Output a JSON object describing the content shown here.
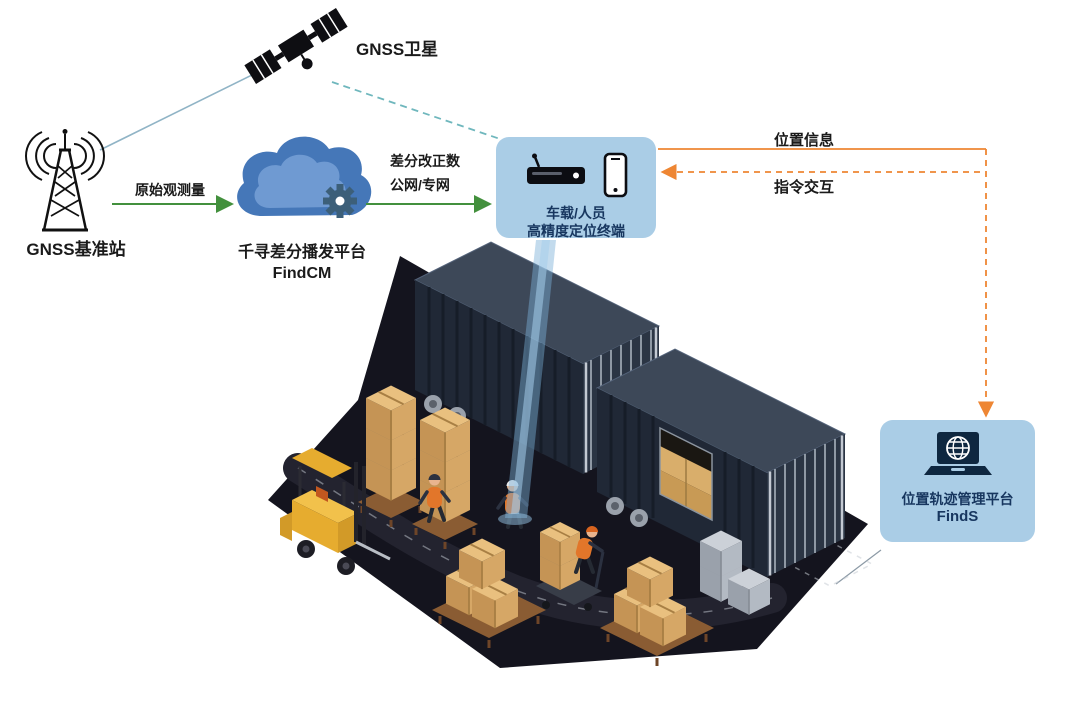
{
  "nodes": {
    "satellite": {
      "label": "GNSS卫星"
    },
    "base_station": {
      "label": "GNSS基准站"
    },
    "cloud": {
      "name": "千寻差分播发平台",
      "product": "FindCM"
    },
    "terminal": {
      "line1": "车载/人员",
      "line2": "高精度定位终端"
    },
    "platform": {
      "line1": "位置轨迹管理平台",
      "product": "FindS"
    }
  },
  "links": {
    "raw_observation": "原始观测量",
    "correction_line1": "差分改正数",
    "correction_line2": "公网/专网",
    "position_info": "位置信息",
    "command_interaction": "指令交互"
  },
  "colors": {
    "arrow_green": "#43903d",
    "arrow_orange": "#ee8633",
    "line_teal": "#6fb7bd",
    "line_blue": "#90b4c6",
    "box_fill": "#aacde6",
    "box_text": "#17365f",
    "cloud_blue": "#4577b8",
    "gear_blue": "#3c5f79"
  }
}
